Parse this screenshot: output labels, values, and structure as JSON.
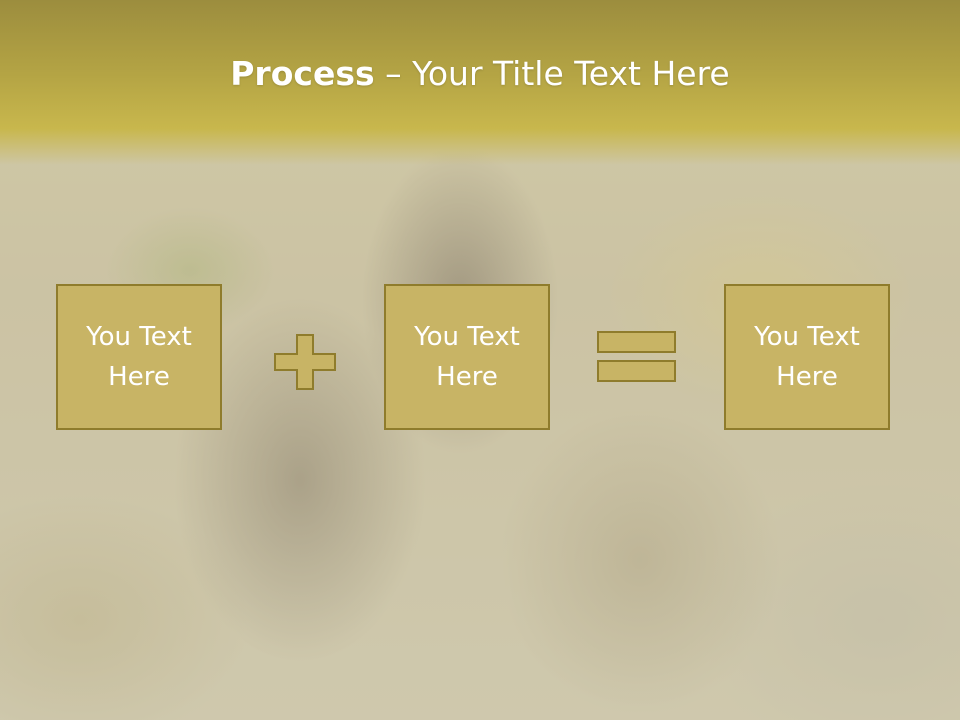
{
  "slide": {
    "title_bold": "Process",
    "title_rest": " – Your Title Text Here",
    "boxes": [
      {
        "text": "You Text Here"
      },
      {
        "text": "You Text Here"
      },
      {
        "text": "You Text Here"
      }
    ],
    "operators": [
      "plus-icon",
      "equals-icon"
    ],
    "colors": {
      "accent": "#c8b465",
      "border": "#8f7c2c",
      "header": "#b4a444",
      "text": "#ffffff"
    }
  }
}
